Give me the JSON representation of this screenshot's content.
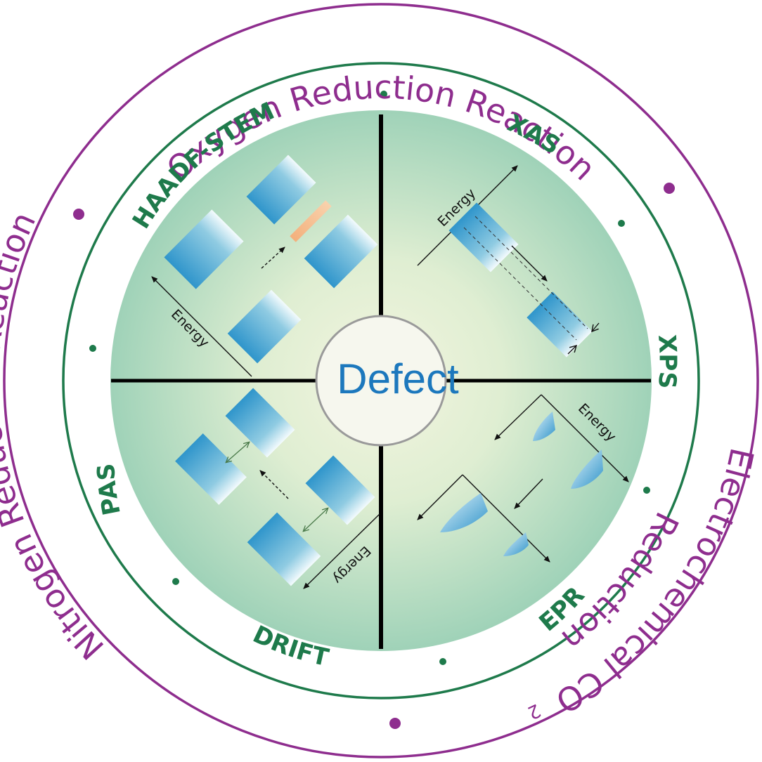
{
  "colors": {
    "outer_ring": "#8e2d8e",
    "inner_ring": "#1e7a4b",
    "technique_label": "#1e7a4b",
    "center_label": "#1c78bd",
    "sample_block": "#2e93c9"
  },
  "applications": {
    "top": "Oxygen Reduction Reaction",
    "right_line1": "Electrochemical CO",
    "right_subscript": "2",
    "right_line2": "Reduction",
    "left": "Nitrogen Reduction Reaction"
  },
  "techniques": {
    "haadf": "HAADF-STEM",
    "xas": "XAS",
    "xps": "XPS",
    "epr": "EPR",
    "drift": "DRIFT",
    "pas": "PAS"
  },
  "energy_label": "Energy",
  "center_label": "Defect"
}
